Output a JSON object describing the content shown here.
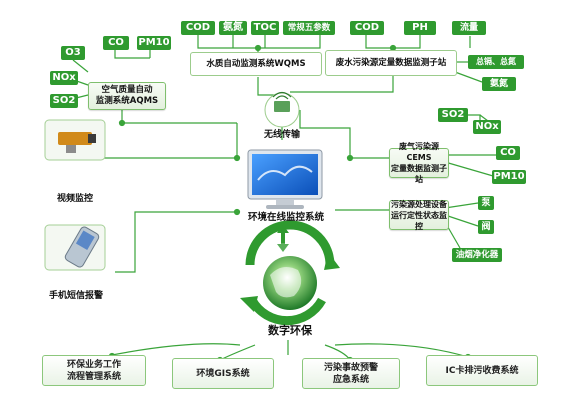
{
  "top_center": {
    "params": [
      "COD",
      "氨氮",
      "TOC",
      "常规五参数"
    ],
    "system_label": "水质自动监测系统WQMS"
  },
  "top_right": {
    "params": [
      "COD",
      "PH",
      "流量"
    ],
    "side_params": [
      "总镉、总氮",
      "氨氮"
    ],
    "system_label": "废水污染源定量数据监测子站"
  },
  "left_air": {
    "params": [
      "CO",
      "PM10",
      "O3",
      "NOx",
      "SO2"
    ],
    "system_label": "空气质量自动\n监测系统AQMS"
  },
  "wireless": {
    "label": "无线传输"
  },
  "right_cems": {
    "params": [
      "SO2",
      "NOx",
      "CO",
      "PM10"
    ],
    "system_label": "废气污染源CEMS\n定量数据监测子站"
  },
  "right_process": {
    "params": [
      "泵",
      "阀",
      "油烟净化器"
    ],
    "system_label": "污染源处理设备\n运行定性状态监控"
  },
  "left_devices": {
    "video_label": "视频监控",
    "phone_label": "手机短信报警"
  },
  "center": {
    "monitor_label": "环境在线监控系统",
    "globe_label": "数字环保"
  },
  "bottom_systems": [
    "环保业务工作\n流程管理系统",
    "环境GIS系统",
    "污染事故预警\n应急系统",
    "IC卡排污收费系统"
  ],
  "colors": {
    "param_green": "#2f9a2f",
    "line_green": "#3aa43a",
    "box_border": "#8cc77c"
  }
}
